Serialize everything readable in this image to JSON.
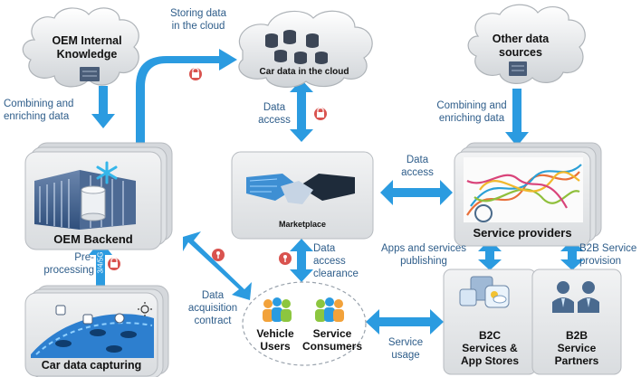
{
  "nodes": {
    "oem_knowledge": [
      "OEM Internal",
      "Knowledge"
    ],
    "cloud": "Car data in the cloud",
    "other_sources": [
      "Other data",
      "sources"
    ],
    "oem_backend": "OEM Backend",
    "marketplace": "Marketplace",
    "service_providers": "Service providers",
    "car_capturing": "Car data capturing",
    "vehicle_users": [
      "Vehicle",
      "Users"
    ],
    "service_consumers": [
      "Service",
      "Consumers"
    ],
    "b2c": [
      "B2C",
      "Services &",
      "App Stores"
    ],
    "b2b": [
      "B2B",
      "Service",
      "Partners"
    ]
  },
  "labels": {
    "storing": [
      "Storing data",
      "in the cloud"
    ],
    "combining_left": [
      "Combining and",
      "enriching data"
    ],
    "combining_right": [
      "Combining and",
      "enriching data"
    ],
    "data_access_cloud": [
      "Data",
      "access"
    ],
    "data_access_sp": [
      "Data",
      "access"
    ],
    "preprocessing": [
      "Pre-",
      "processing"
    ],
    "acquisition": [
      "Data",
      "acquisition",
      "contract"
    ],
    "clearance": [
      "Data",
      "access",
      "clearance"
    ],
    "apps_publishing": [
      "Apps and services",
      "publishing"
    ],
    "b2b_provision": [
      "B2B Service",
      "provision"
    ],
    "service_usage": [
      "Service",
      "usage"
    ],
    "code": "3/4/5G"
  },
  "colors": {
    "arrow": "#2b9be0",
    "label": "#2e5d8a",
    "lock": "#d9534f",
    "panel": "#e6e8ea"
  }
}
